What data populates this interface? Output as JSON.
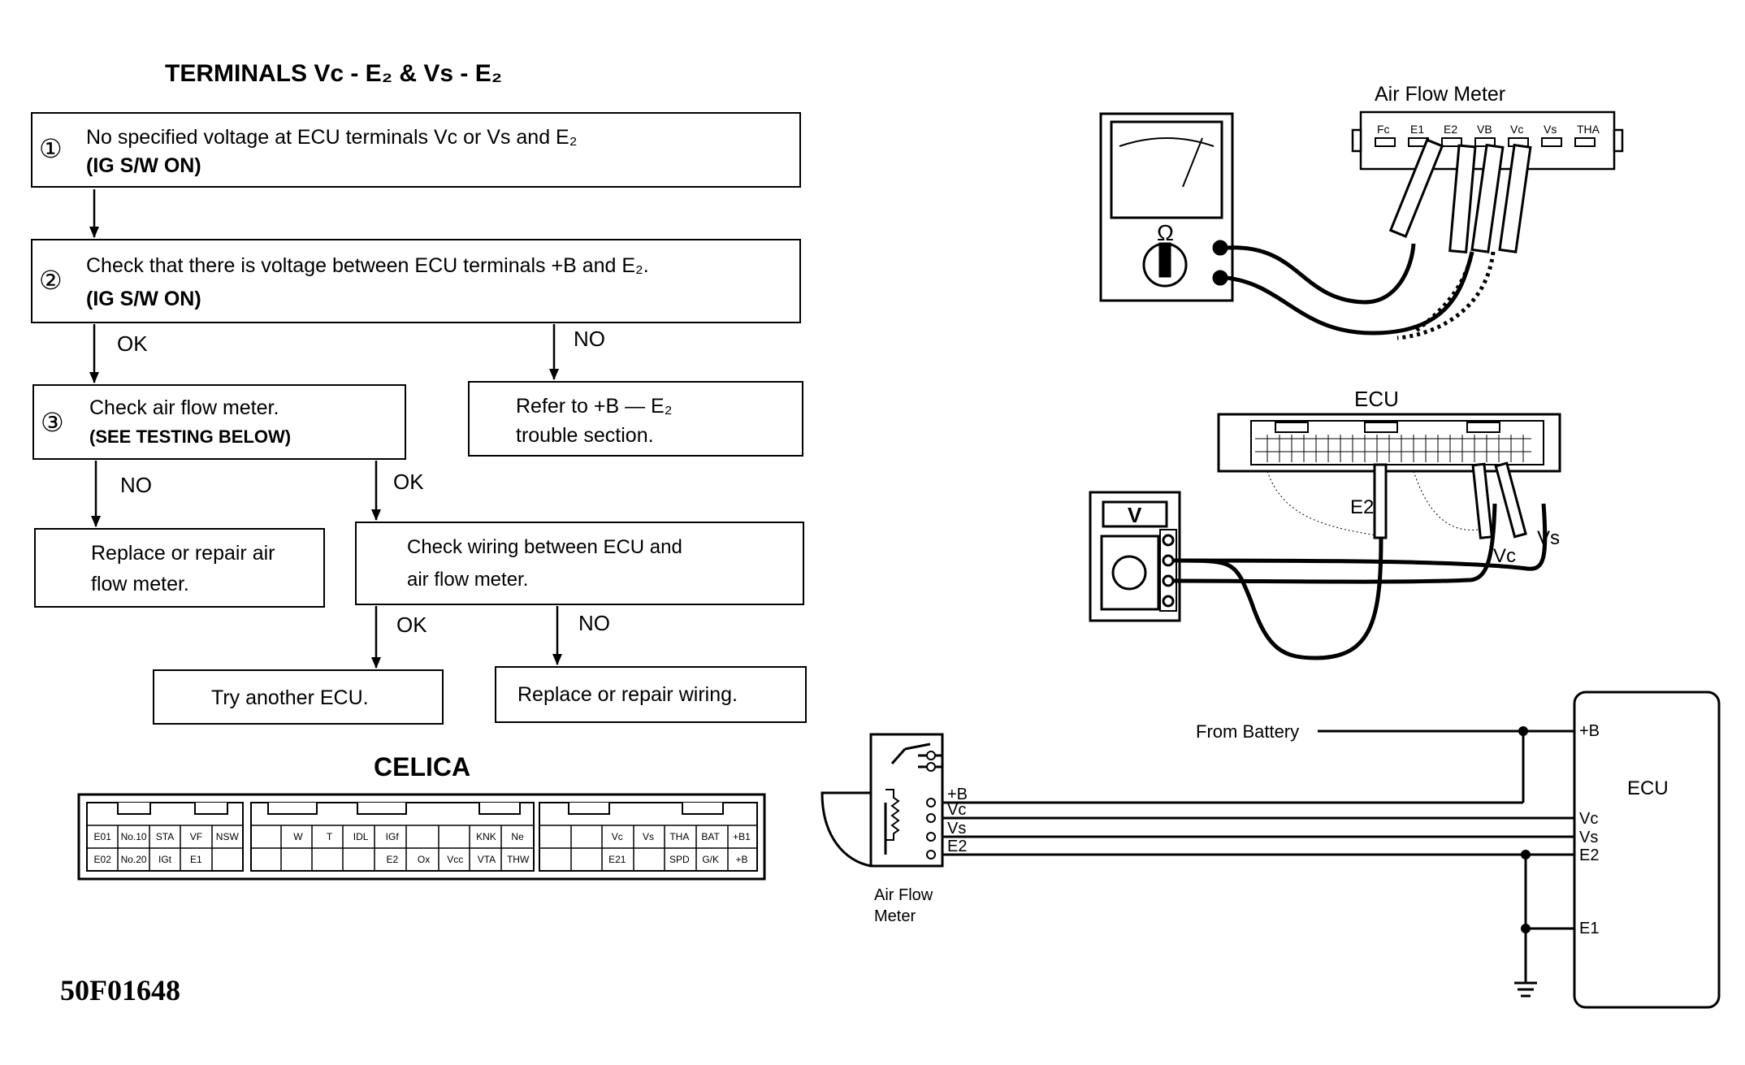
{
  "title": "TERMINALS Vc - E₂ & Vs - E₂",
  "steps": {
    "s1": {
      "num": "①",
      "text": "No specified voltage at ECU terminals Vc or Vs and E₂",
      "bold": "(IG S/W ON)"
    },
    "s2": {
      "num": "②",
      "text": "Check that there is voltage between ECU terminals +B and E₂.",
      "bold": "(IG S/W ON)"
    },
    "s3": {
      "num": "③",
      "text": "Check air flow meter.",
      "bold": "(SEE TESTING BELOW)"
    },
    "refer": {
      "line1": "Refer to  +B — E₂",
      "line2": "trouble section."
    },
    "replace_afm": {
      "line1": "Replace or repair air",
      "line2": "flow meter."
    },
    "check_wiring": {
      "line1": "Check wiring between ECU and",
      "line2": "air flow meter."
    },
    "try_ecu": "Try another ECU.",
    "replace_wiring": "Replace or repair wiring."
  },
  "branch_labels": {
    "ok1": "OK",
    "no1": "NO",
    "no2": "NO",
    "ok2": "OK",
    "ok3": "OK",
    "no3": "NO"
  },
  "celica": {
    "title": "CELICA",
    "left_top": [
      "E01",
      "No.10",
      "STA",
      "VF",
      "NSW"
    ],
    "left_bot": [
      "E02",
      "No.20",
      "IGt",
      "E1",
      ""
    ],
    "mid_top": [
      "",
      "W",
      "T",
      "IDL",
      "IGf",
      "",
      "",
      "KNK",
      "Ne"
    ],
    "mid_bot": [
      "",
      "",
      "",
      "",
      "",
      "E2",
      "Ox",
      "Vcc",
      "VTA",
      "THW"
    ],
    "right_top": [
      "",
      "",
      "Vc",
      "Vs",
      "THA",
      "BAT",
      "+B1"
    ],
    "right_bot": [
      "",
      "",
      "E21",
      "",
      "SPD",
      "G/K",
      "+B"
    ]
  },
  "figure_code": "50F01648",
  "right_diagram": {
    "afm_label": "Air Flow Meter",
    "afm_pins": [
      "Fc",
      "E1",
      "E2",
      "VB",
      "Vc",
      "Vs",
      "THA"
    ],
    "ohm_symbol": "Ω",
    "ecu_label": "ECU",
    "volt_symbol": "V",
    "probe_e2": "E2",
    "probe_vc": "Vc",
    "probe_vs": "Vs"
  },
  "schematic": {
    "from_battery": "From Battery",
    "ecu": "ECU",
    "afm_line1": "Air Flow",
    "afm_line2": "Meter",
    "afm_pins": [
      "+B",
      "Vc",
      "Vs",
      "E2"
    ],
    "ecu_pins": [
      "+B",
      "Vc",
      "Vs",
      "E2",
      "E1"
    ]
  }
}
